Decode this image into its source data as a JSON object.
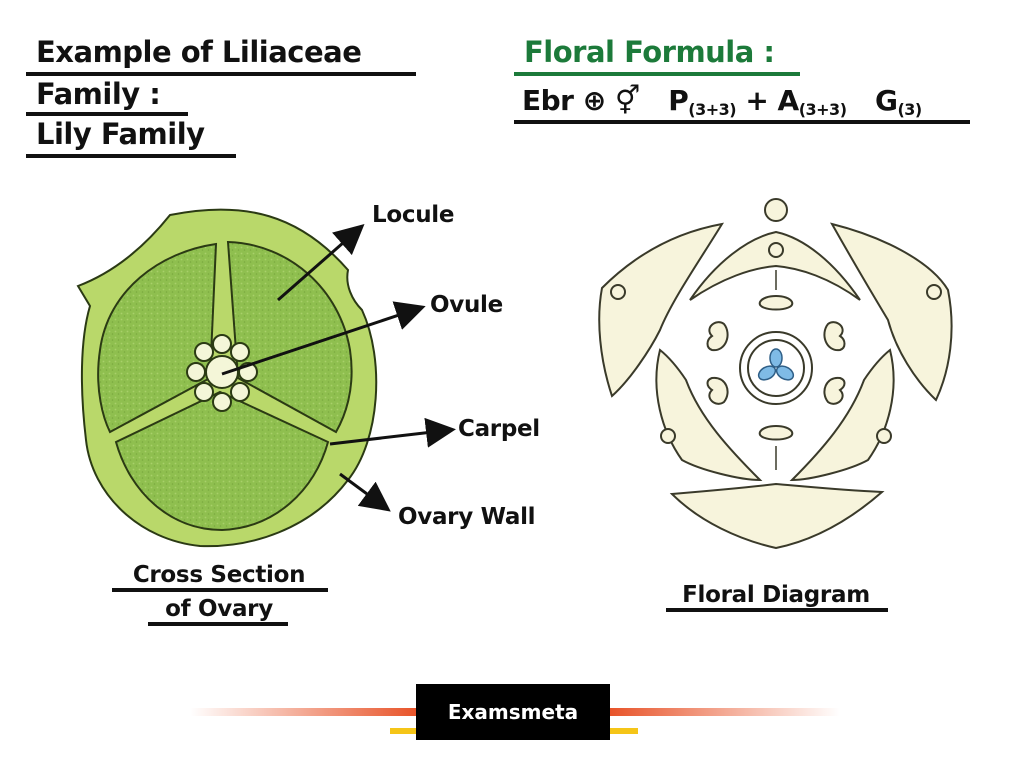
{
  "header": {
    "left_heading_line1": "Example of Liliaceae",
    "left_heading_line2": "Family :",
    "left_heading_line3": "Lily Family",
    "right_heading": "Floral Formula :",
    "formula": {
      "ebr": "Ebr",
      "actinomorphic_symbol": "⊕",
      "bisexual_symbol": "⚥",
      "perianth": "P",
      "perianth_count": "(3+3)",
      "plus": "+",
      "androecium": "A",
      "androecium_count": "(3+3)",
      "gynoecium": "G",
      "gynoecium_count": "(3)"
    }
  },
  "cross_section": {
    "labels": {
      "locule": "Locule",
      "ovule": "Ovule",
      "carpel": "Carpel",
      "ovary_wall": "Ovary Wall"
    },
    "caption_line1": "Cross Section",
    "caption_line2": "of Ovary"
  },
  "floral_diagram": {
    "caption": "Floral Diagram"
  },
  "footer": {
    "brand": "Examsmeta"
  },
  "colors": {
    "heading_green": "#1c7a3a",
    "ovary_wall": "#b9d86a",
    "locule_fill": "#8fbf4f",
    "diagram_fill": "#f7f4dc",
    "ovule_blue": "#7fbbe6",
    "footer_orange": "#e8542a",
    "footer_yellow": "#f5c518"
  }
}
